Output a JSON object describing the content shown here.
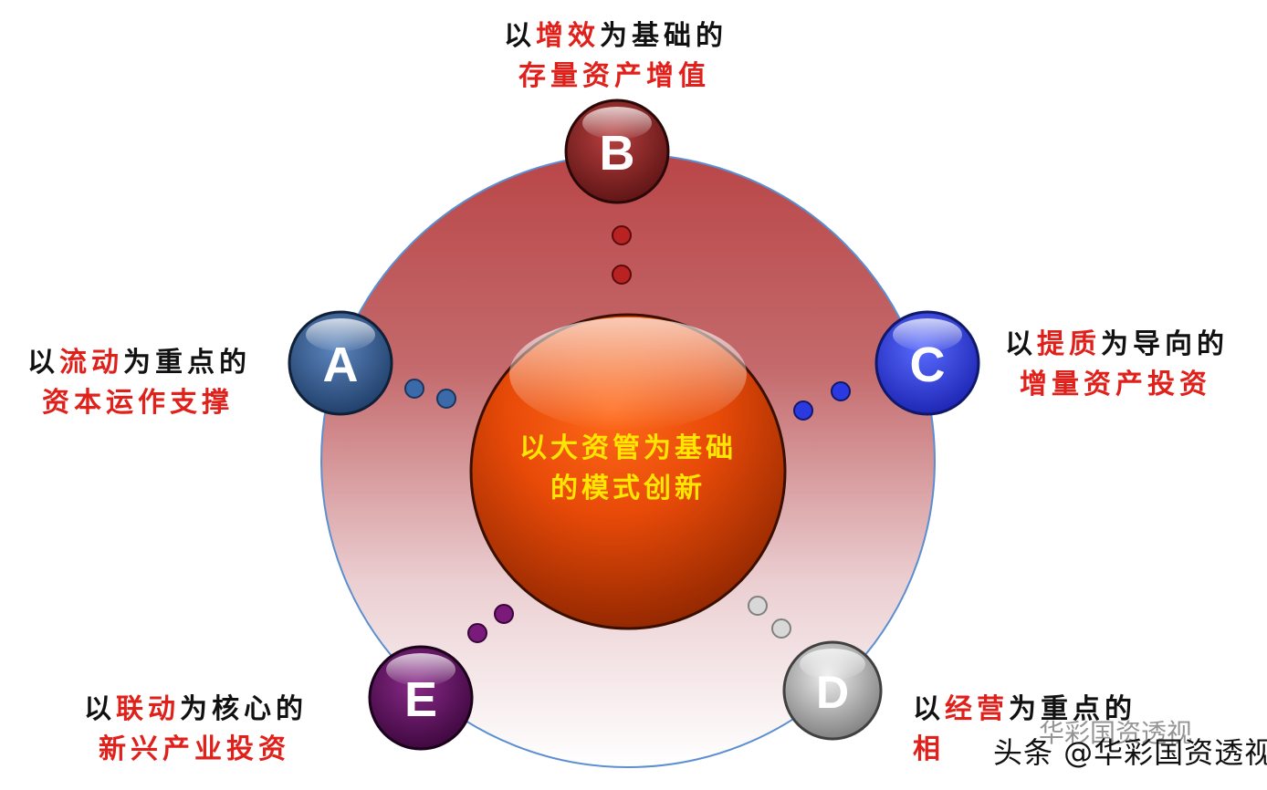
{
  "center": {
    "line1": "以大资管为基础",
    "line2": "的模式创新"
  },
  "nodes": {
    "A": {
      "letter": "A",
      "line1_pre": "以",
      "line1_red": "流动",
      "line1_post": "为重点的",
      "line2": "资本运作支撑"
    },
    "B": {
      "letter": "B",
      "line1_pre": "以",
      "line1_red": "增效",
      "line1_post": "为基础的",
      "line2": "存量资产增值"
    },
    "C": {
      "letter": "C",
      "line1_pre": "以",
      "line1_red": "提质",
      "line1_post": "为导向的",
      "line2": "增量资产投资"
    },
    "D": {
      "letter": "D",
      "line1_pre": "以",
      "line1_red": "经营",
      "line1_post": "为重点的",
      "line2": "相"
    },
    "E": {
      "letter": "E",
      "line1_pre": "以",
      "line1_red": "联动",
      "line1_post": "为核心的",
      "line2": "新兴产业投资"
    }
  },
  "watermark": {
    "text": "头条 @华彩国资透视",
    "faded": "华彩国资透视"
  },
  "colors": {
    "ring_top": "#b94a4c",
    "ring_bottom": "#ffffff",
    "center_light": "#ff7a2a",
    "center_dark": "#9a2a00",
    "node_A": "#2f5a8c",
    "node_B": "#8c2222",
    "node_C": "#2a3ae0",
    "node_D": "#a8a8a8",
    "node_E": "#5a0f5a",
    "label_red": "#e0201b",
    "center_text": "#ffe600"
  }
}
